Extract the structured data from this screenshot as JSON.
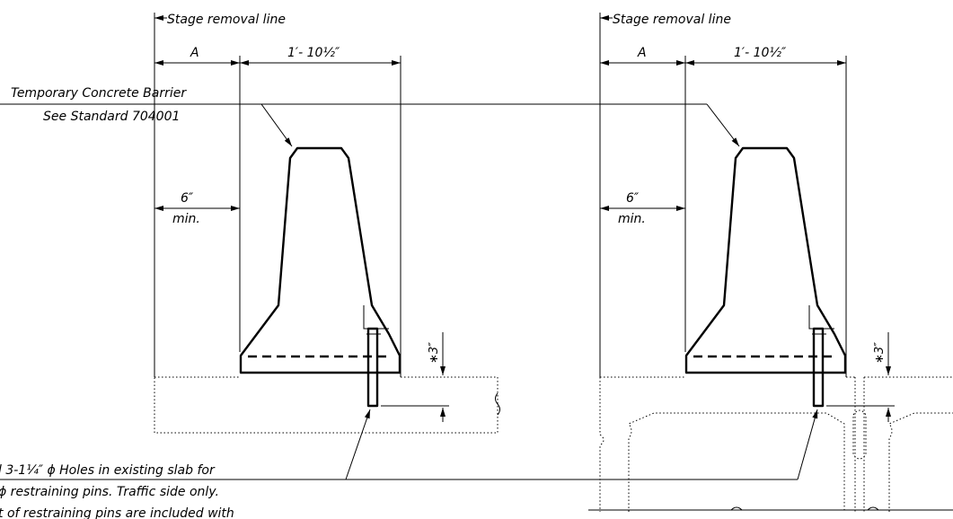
{
  "left_panel": {
    "stage_removal_label": "Stage removal line",
    "dim_a_label": "A",
    "dim_width_label": "1′- 10½″",
    "barrier_name": "Temporary  Concrete Barrier",
    "barrier_reference": "See Standard 704001",
    "min_offset_value": "6″",
    "min_offset_suffix": "min.",
    "pin_depth_label": "∗3″"
  },
  "right_panel": {
    "stage_removal_label": "Stage removal line",
    "dim_a_label": "A",
    "dim_width_label": "1′- 10½″",
    "min_offset_value": "6″",
    "min_offset_suffix": "min.",
    "pin_depth_label": "∗3″"
  },
  "note": {
    "line1": "l 3-1¼″ ϕ Holes in existing slab for",
    "line2": "ϕ restraining pins.  Traffic side only.",
    "line3": "t of restraining pins are included with"
  }
}
